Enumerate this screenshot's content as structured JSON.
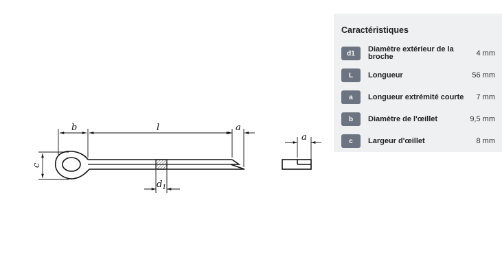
{
  "drawing": {
    "dimension_labels": {
      "b": "b",
      "l": "l",
      "a": "a",
      "c": "c",
      "d": "d",
      "d_sub": "1",
      "a_side": "a"
    }
  },
  "panel": {
    "title": "Caractéristiques",
    "rows": [
      {
        "badge": "d1",
        "label": "Diamètre extérieur de la broche",
        "value": "4 mm"
      },
      {
        "badge": "L",
        "label": "Longueur",
        "value": "56 mm"
      },
      {
        "badge": "a",
        "label": "Longueur extrémité courte",
        "value": "7 mm"
      },
      {
        "badge": "b",
        "label": "Diamètre de l'œillet",
        "value": "9,5 mm"
      },
      {
        "badge": "c",
        "label": "Largeur d'œillet",
        "value": "8 mm"
      }
    ]
  },
  "colors": {
    "panel_background": "#eef0f2",
    "badge_background": "#6b7480"
  }
}
